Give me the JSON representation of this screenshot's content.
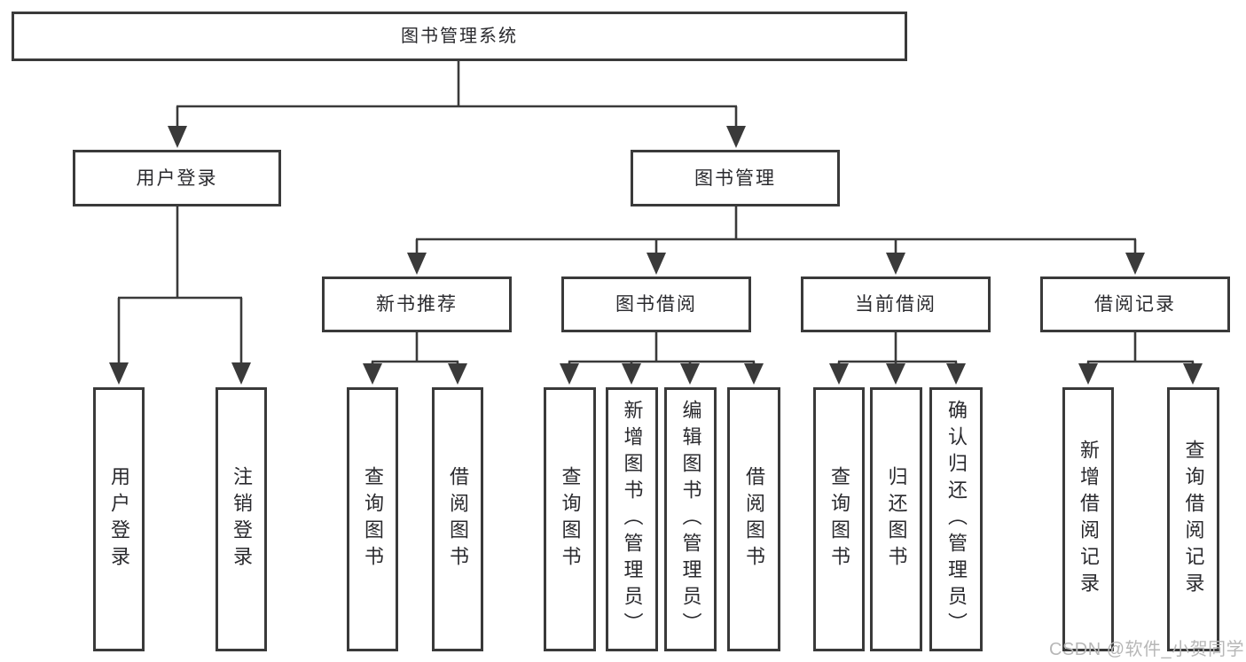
{
  "colors": {
    "line": "#3a3a3a",
    "text": "#2a2a2e",
    "watermark": "#b7b7b7",
    "background": "#ffffff"
  },
  "watermark": {
    "text": "CSDN @软件_小贺同学"
  },
  "tree": {
    "label": "图书管理系统",
    "children": [
      {
        "label": "用户登录",
        "children": [
          {
            "label": "用户登录"
          },
          {
            "label": "注销登录"
          }
        ]
      },
      {
        "label": "图书管理",
        "children": [
          {
            "label": "新书推荐",
            "children": [
              {
                "label": "查询图书"
              },
              {
                "label": "借阅图书"
              }
            ]
          },
          {
            "label": "图书借阅",
            "children": [
              {
                "label": "查询图书"
              },
              {
                "label": "新增图书（管理员）"
              },
              {
                "label": "编辑图书（管理员）"
              },
              {
                "label": "借阅图书"
              }
            ]
          },
          {
            "label": "当前借阅",
            "children": [
              {
                "label": "查询图书"
              },
              {
                "label": "归还图书"
              },
              {
                "label": "确认归还（管理员）"
              }
            ]
          },
          {
            "label": "借阅记录",
            "children": [
              {
                "label": "新增借阅记录"
              },
              {
                "label": "查询借阅记录"
              }
            ]
          }
        ]
      }
    ]
  }
}
